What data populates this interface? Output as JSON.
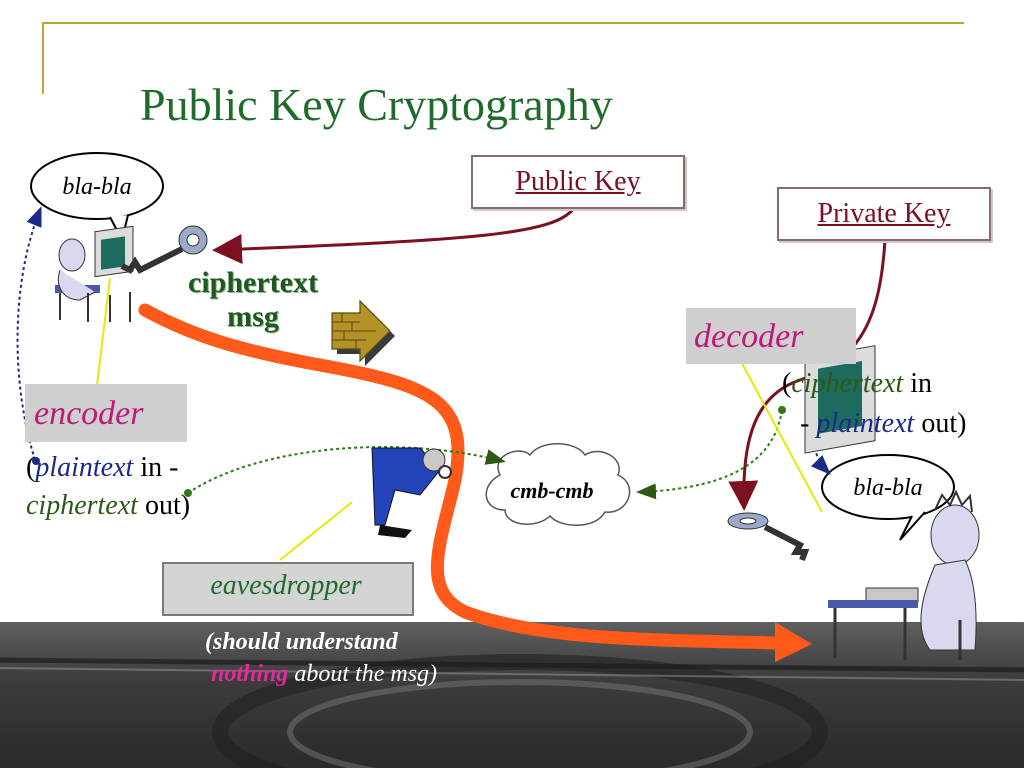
{
  "title": "Public Key Cryptography",
  "public_key": "Public Key",
  "private_key": "Private Key",
  "ciphertext_line1": "ciphertext",
  "ciphertext_line2": "msg",
  "encoder": {
    "label": "encoder",
    "open": "(",
    "plaintext": "plaintext",
    "in": " in -",
    "ciphertext": "ciphertext",
    "out": " out)"
  },
  "decoder": {
    "label": "decoder",
    "open": "(",
    "ciphertext": "ciphertext",
    "in": " in",
    "dash": "- ",
    "plaintext": "plaintext",
    "out": " out)"
  },
  "bubble_left": "bla-bla",
  "bubble_right": "bla-bla",
  "cloud": "cmb-cmb",
  "eavesdropper": "eavesdropper",
  "note": {
    "line1": "(should understand",
    "nothing": "nothing",
    "rest": " about the msg)"
  },
  "colors": {
    "title": "#1e6b2a",
    "pink": "#c0187a",
    "message_path": "#ff5a1a",
    "key_arrow": "#7a1020"
  }
}
